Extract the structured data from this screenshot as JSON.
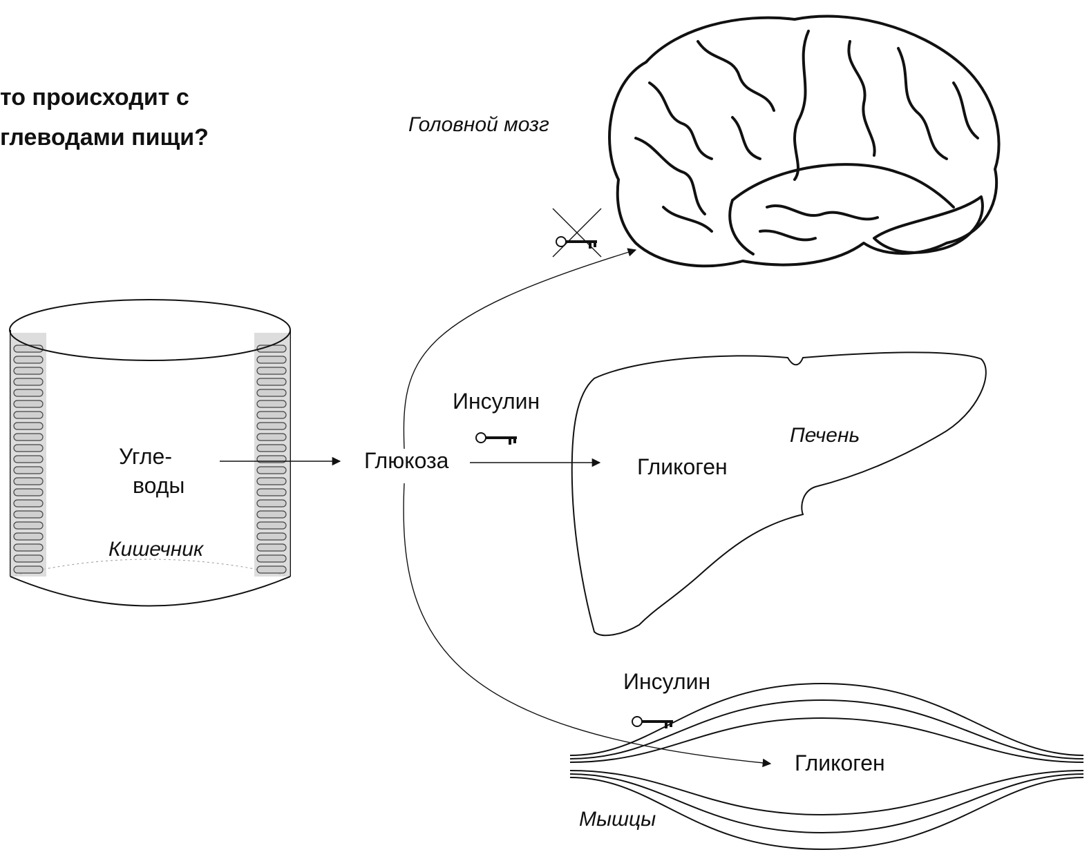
{
  "title": {
    "line1": "то происходит с",
    "line2": "глеводами пищи?"
  },
  "labels": {
    "brain": "Головной мозг",
    "liver": "Печень",
    "intestine": "Кишечник",
    "muscles": "Мышцы",
    "carbs_line1": "Угле-",
    "carbs_line2": "воды",
    "glucose": "Глюкоза",
    "insulin_liver": "Инсулин",
    "insulin_muscle": "Инсулин",
    "glycogen_liver": "Гликоген",
    "glycogen_muscle": "Гликоген"
  }
}
